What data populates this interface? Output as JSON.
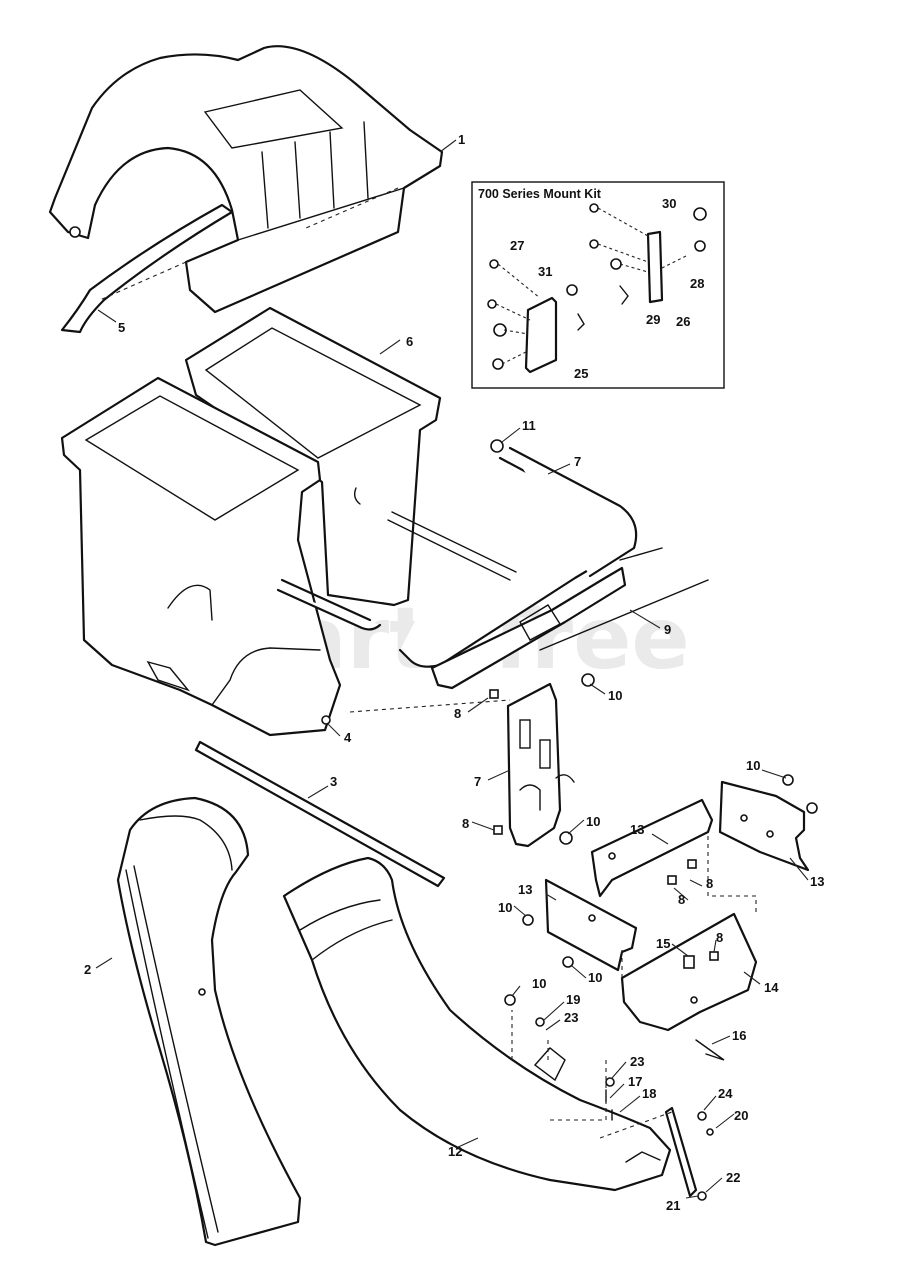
{
  "watermark": "PartsTree",
  "kit": {
    "title": "700 Series Mount Kit"
  },
  "callouts": {
    "c1": "1",
    "c2": "2",
    "c3": "3",
    "c4": "4",
    "c5": "5",
    "c6": "6",
    "c7a": "7",
    "c7b": "7",
    "c8a": "8",
    "c8b": "8",
    "c8c": "8",
    "c8d": "8",
    "c8e": "8",
    "c9": "9",
    "c10a": "10",
    "c10b": "10",
    "c10c": "10",
    "c10d": "10",
    "c10e": "10",
    "c10f": "10",
    "c11": "11",
    "c12": "12",
    "c13a": "13",
    "c13b": "13",
    "c13c": "13",
    "c14": "14",
    "c15": "15",
    "c16": "16",
    "c17": "17",
    "c18": "18",
    "c19": "19",
    "c20": "20",
    "c21": "21",
    "c22": "22",
    "c23a": "23",
    "c23b": "23",
    "c24": "24",
    "c25": "25",
    "c26": "26",
    "c27": "27",
    "c28": "28",
    "c29": "29",
    "c30": "30",
    "c31": "31"
  }
}
